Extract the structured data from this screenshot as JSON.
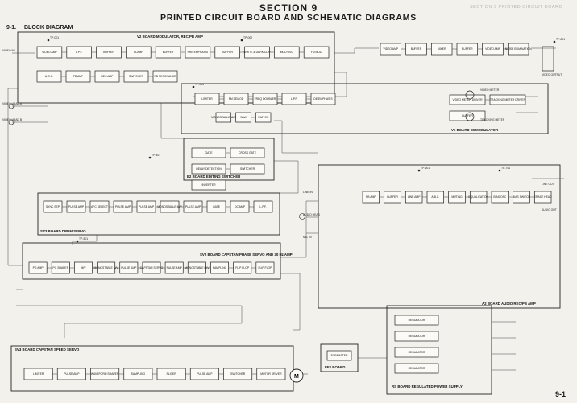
{
  "header": {
    "section": "SECTION 9",
    "title": "PRINTED CIRCUIT BOARD AND SCHEMATIC DIAGRAMS",
    "sub_no": "9-1.",
    "sub_title": "BLOCK DIAGRAM",
    "ghost": "SECTION 9  PRINTED CIRCUIT BOARD",
    "page": "9-1"
  },
  "boards": {
    "v2": "V2 BOARD MODULATOR, REC/PB AMP",
    "v1": "V1 BOARD DEMODULATOR",
    "e2": "E2 BOARD EDITING SWITCHER",
    "sv3": "SV3 BOARD DRUM SERVO",
    "sv2": "SV2 BOARD CAPSTAN PHASE SERVO AND 30 Hz AMP",
    "sv1": "SV3 BOARD CAPSTAN SPEED SERVO",
    "a2": "A2 BOARD AUDIO REC/PB AMP",
    "ef": "EF2 BOARD",
    "rs": "RS BOARD REGULATED POWER SUPPLY"
  },
  "blocks": {
    "v2a": [
      "VIDEO AMP",
      "L.P.F.",
      "BUFFER",
      "CLAMP",
      "BUFFER",
      "PRE EMPHASIS",
      "BUFFER",
      "WHITE & DARK CLIP",
      "MOD OSC",
      "FM MOD"
    ],
    "v2b": [
      "A.G.C.",
      "PB AMP",
      "REC AMP",
      "SWITCHER",
      "PB RESONANCE"
    ],
    "v1a": [
      "VIDEO AMP",
      "BUFFER",
      "MIXER",
      "BUFFER",
      "VIDEO AMP",
      "NOISE ELIMINATION"
    ],
    "v1b": [
      "LIMITER",
      "FM DEMOD",
      "FREQ DOUBLER",
      "L.P.F.",
      "DE EMPHASIS"
    ],
    "v1c": [
      "MONOSTABLE M/V",
      "SAW",
      "SWITCH"
    ],
    "v1d": [
      "VIDEO METER DRIVER",
      "TRACKING METER DRIVER",
      "BUFFER"
    ],
    "e2": [
      "GATE",
      "CROSS GATE",
      "DELAY DETECTION",
      "SWITCHER",
      "INVERTER"
    ],
    "sv3": [
      "SYNC SEP",
      "PULSE AMP",
      "AFC SELECT",
      "PULSE AMP",
      "PULSE AMP",
      "MONOSTABLE M/V",
      "PULSE AMP",
      "GATE",
      "DC AMP",
      "L.P.F."
    ],
    "sv2": [
      "PG AMP",
      "PG SHAPER",
      "M/V",
      "MONOSTABLE M/V",
      "PULSE AMP",
      "CAPSTAN SERVO",
      "PULSE AMP",
      "MONOSTABLE M/V",
      "SAMPLING",
      "FLIP FLOP",
      "FLIP FLOP"
    ],
    "sv1": [
      "LIMITER",
      "PULSE AMP",
      "WAVEFORM SHAPER",
      "SAMPLING",
      "SLICER",
      "PULSE AMP",
      "SWITCHER",
      "MOTOR DRIVER"
    ],
    "a2": [
      "PB AMP",
      "BUFFER",
      "LINE AMP",
      "A.B.C.",
      "MUTING",
      "EQUALIZATION",
      "BIAS OSC",
      "BIAS SWITCH",
      "ERASE HEAD"
    ],
    "rs": [
      "REGULATOR",
      "REGULATOR",
      "REGULATOR",
      "REGULATOR"
    ],
    "ef": [
      "FORMATTER"
    ]
  },
  "labels": {
    "video_in": "VIDEO IN",
    "video_out": "VIDEO OUTPUT",
    "video_head_a": "VIDEO HEAD A",
    "video_head_b": "VIDEO HEAD B",
    "audio_head": "AUDIO HEAD",
    "line_in": "LINE IN",
    "mic_in": "MIC IN",
    "line_out": "LINE OUT",
    "audio_out": "AUDIO OUT",
    "video_meter": "VIDEO METER",
    "tracking_meter": "TRACKING METER",
    "motor": "M",
    "tp": [
      "TP-001",
      "TP-002",
      "TP-003",
      "TP-401",
      "TP-501",
      "TP-601",
      "TP-701",
      "TP-801"
    ]
  },
  "colors": {
    "ink": "#1a1a1a",
    "paper": "#f3f1ec",
    "block": "#fbfaf6"
  }
}
